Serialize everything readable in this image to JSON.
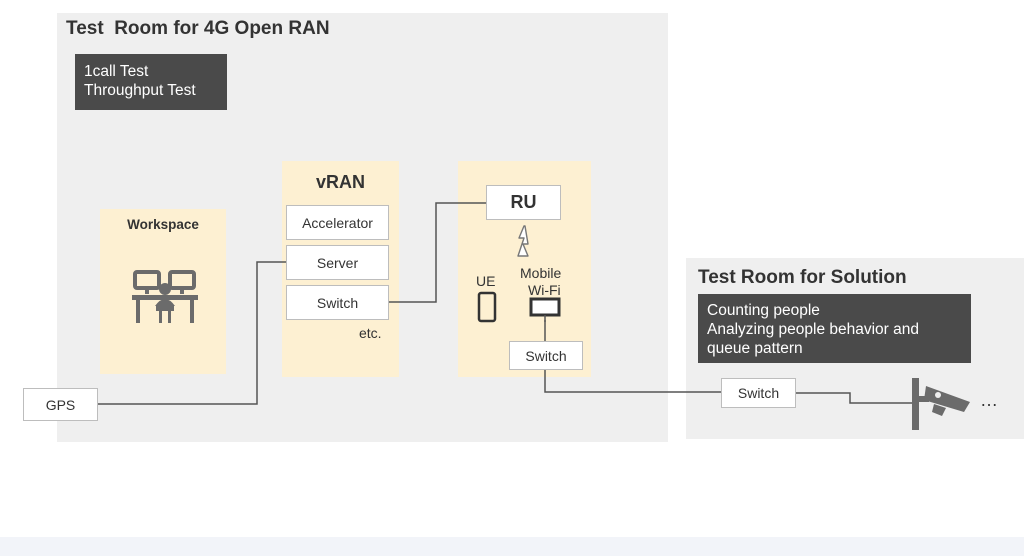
{
  "test_room_ran": {
    "title": "Test  Room for 4G Open RAN",
    "tests": [
      "1call Test",
      "Throughput Test"
    ]
  },
  "workspace": {
    "label": "Workspace",
    "icon": "workspace-desks-icon"
  },
  "vran": {
    "title": "vRAN",
    "components": [
      "Accelerator",
      "Server",
      "Switch"
    ],
    "etc_label": "etc."
  },
  "ru_group": {
    "ru_label": "RU",
    "ue_label": "UE",
    "mobile_wifi_label": [
      "Mobile",
      "Wi-Fi"
    ],
    "switch_label": "Switch",
    "icons": [
      "antenna-signal-icon",
      "phone-icon",
      "mobile-router-icon"
    ]
  },
  "gps": {
    "label": "GPS"
  },
  "test_room_solution": {
    "title": "Test Room for Solution",
    "use_cases": [
      "Counting people",
      "Analyzing people behavior and",
      "queue pattern"
    ],
    "switch_label": "Switch",
    "camera_icon": "security-camera-icon",
    "ellipsis": "…"
  },
  "colors": {
    "room_bg": "#efefef",
    "zone_bg": "#fdf0d2",
    "dark_box": "#4a4a4a",
    "line": "#555555",
    "camera": "#6b6b6b"
  }
}
